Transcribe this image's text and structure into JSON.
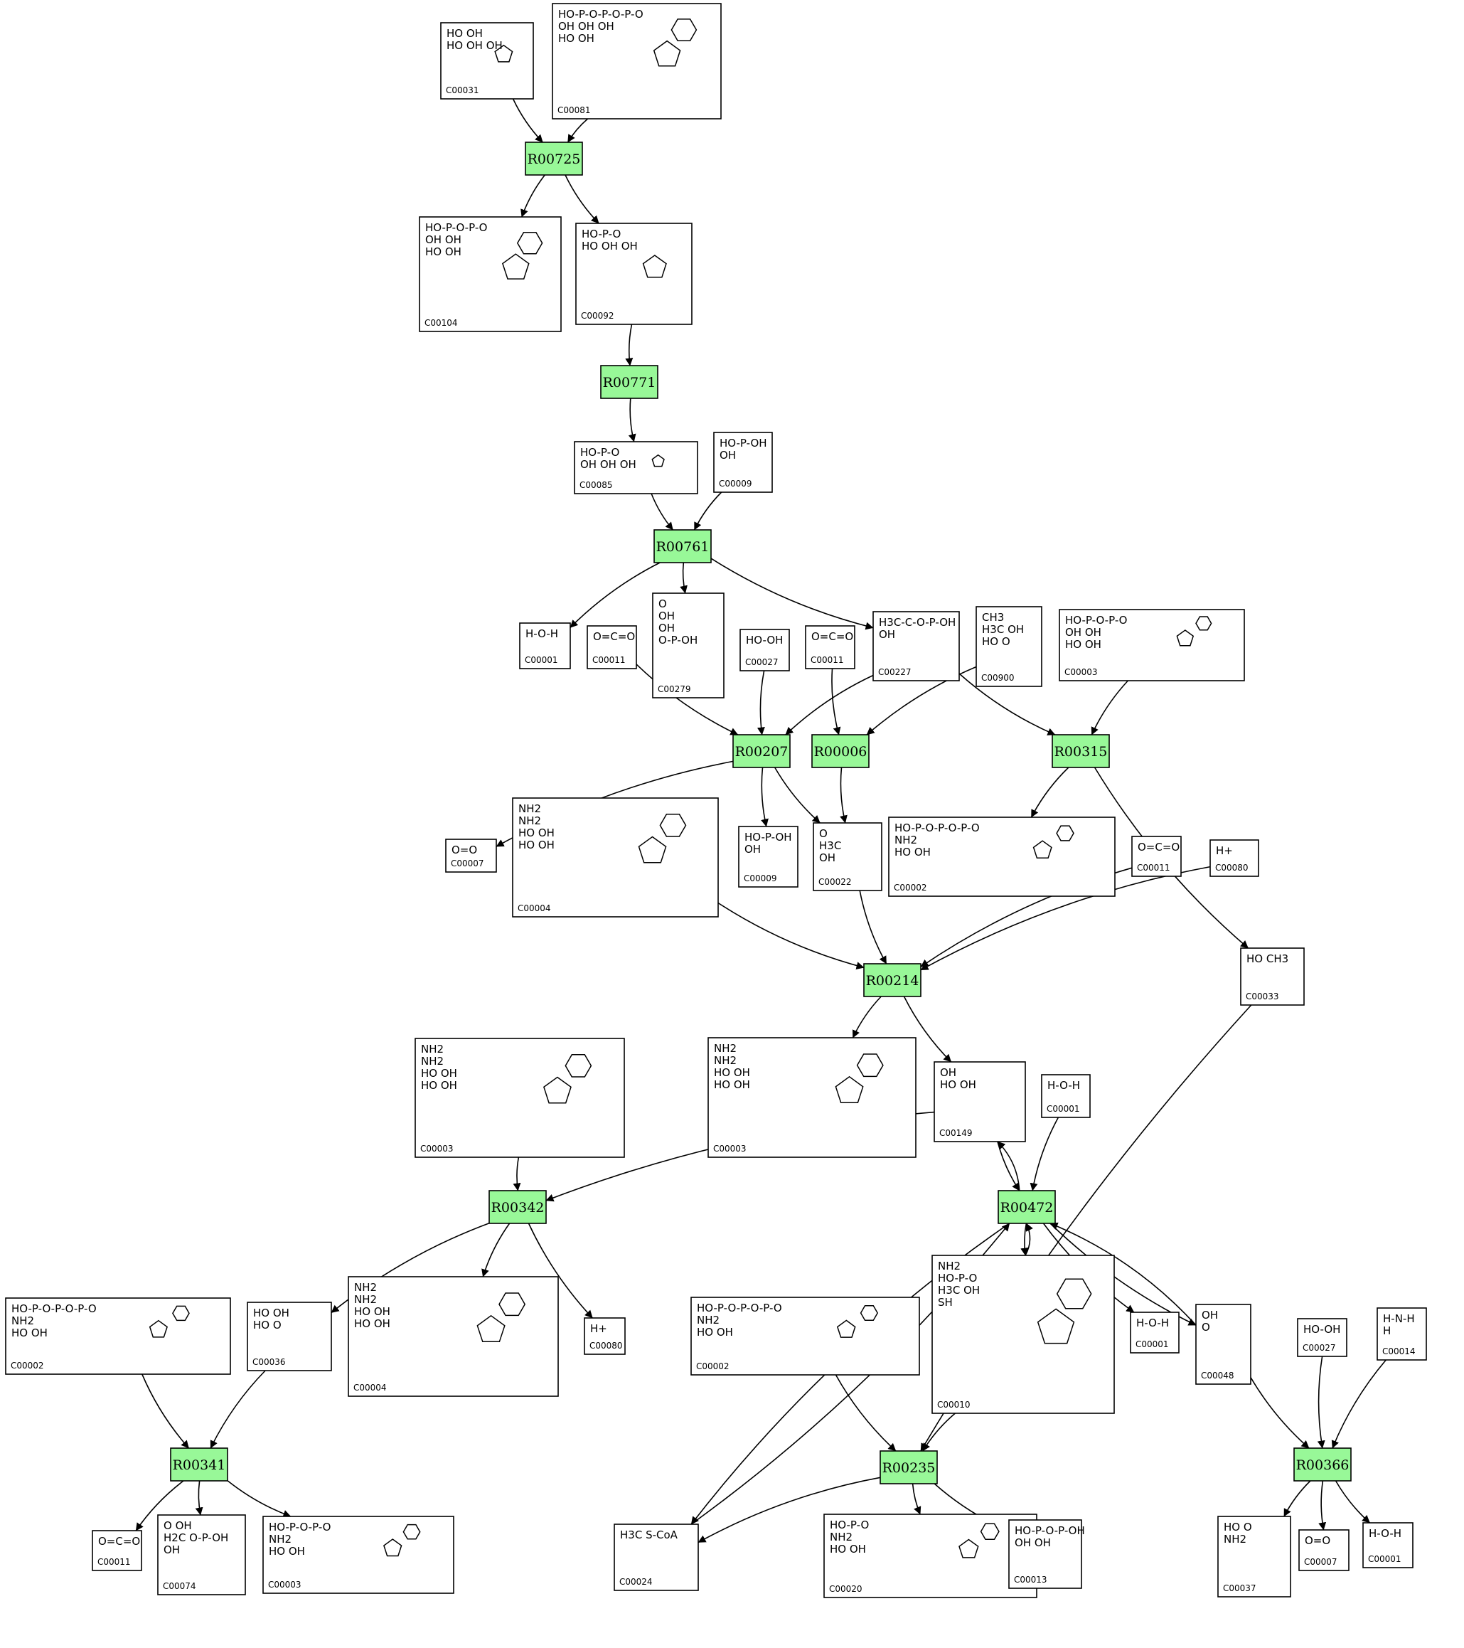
{
  "reactions": [
    {
      "key": "R00725",
      "label": "R00725"
    },
    {
      "key": "R00771",
      "label": "R00771"
    },
    {
      "key": "R00761",
      "label": "R00761"
    },
    {
      "key": "R00207",
      "label": "R00207"
    },
    {
      "key": "R00006",
      "label": "R00006"
    },
    {
      "key": "R00315",
      "label": "R00315"
    },
    {
      "key": "R00214",
      "label": "R00214"
    },
    {
      "key": "R00342",
      "label": "R00342"
    },
    {
      "key": "R00472",
      "label": "R00472"
    },
    {
      "key": "R00341",
      "label": "R00341"
    },
    {
      "key": "R00235",
      "label": "R00235"
    },
    {
      "key": "R00366",
      "label": "R00366"
    }
  ],
  "compounds": [
    {
      "key": "c31",
      "id": "C00031",
      "formula": "HO OH / HO OH OH",
      "kind": "sugar"
    },
    {
      "key": "c81",
      "id": "C00081",
      "formula": "HO-P-O-P-O-P-O / OH OH OH / HO OH",
      "kind": "nucleotide"
    },
    {
      "key": "c104",
      "id": "C00104",
      "formula": "HO-P-O-P-O / OH OH / HO OH",
      "kind": "nucleotide"
    },
    {
      "key": "c92",
      "id": "C00092",
      "formula": "HO-P-O / HO OH OH",
      "kind": "sugar"
    },
    {
      "key": "c85",
      "id": "C00085",
      "formula": "HO-P-O / OH OH OH",
      "kind": "sugar"
    },
    {
      "key": "c9a",
      "id": "C00009",
      "formula": "HO-P-OH / OH",
      "kind": "phosphate"
    },
    {
      "key": "c1a",
      "id": "C00001",
      "formula": "H-O-H",
      "kind": "water"
    },
    {
      "key": "c11a",
      "id": "C00011",
      "formula": "O=C=O",
      "kind": "co2"
    },
    {
      "key": "c279",
      "id": "C00279",
      "formula": "O / OH / OH / O-P-OH",
      "kind": "chain"
    },
    {
      "key": "c27a",
      "id": "C00027",
      "formula": "HO-OH",
      "kind": "peroxide"
    },
    {
      "key": "c11b",
      "id": "C00011",
      "formula": "O=C=O",
      "kind": "co2"
    },
    {
      "key": "c227",
      "id": "C00227",
      "formula": "H3C-C-O-P-OH / OH",
      "kind": "acetylp"
    },
    {
      "key": "c900",
      "id": "C00900",
      "formula": "CH3 / H3C OH / HO O",
      "kind": "chain"
    },
    {
      "key": "c3a",
      "id": "C00003",
      "formula": "HO-P-O-P-O / OH OH / HO OH",
      "kind": "nucleotide"
    },
    {
      "key": "c7a",
      "id": "C00007",
      "formula": "O=O",
      "kind": "o2"
    },
    {
      "key": "c4a",
      "id": "C00004",
      "formula": "NH2 / NH2 / HO OH / HO OH",
      "kind": "nadh"
    },
    {
      "key": "c9b",
      "id": "C00009",
      "formula": "HO-P-OH / OH",
      "kind": "phosphate"
    },
    {
      "key": "c22",
      "id": "C00022",
      "formula": "O / H3C / OH",
      "kind": "chain"
    },
    {
      "key": "c2a",
      "id": "C00002",
      "formula": "HO-P-O-P-O-P-O / NH2 / HO OH",
      "kind": "nucleotide"
    },
    {
      "key": "c11c",
      "id": "C00011",
      "formula": "O=C=O",
      "kind": "co2"
    },
    {
      "key": "c80a",
      "id": "C00080",
      "formula": "H+",
      "kind": "proton"
    },
    {
      "key": "c33",
      "id": "C00033",
      "formula": "HO CH3",
      "kind": "chain"
    },
    {
      "key": "c3b",
      "id": "C00003",
      "formula": "NH2 / NH2 / HO OH / HO OH",
      "kind": "nadh"
    },
    {
      "key": "c3c",
      "id": "C00003",
      "formula": "NH2 / NH2 / HO OH / HO OH",
      "kind": "nadh"
    },
    {
      "key": "c149",
      "id": "C00149",
      "formula": "OH / HO OH",
      "kind": "chain"
    },
    {
      "key": "c1b",
      "id": "C00001",
      "formula": "H-O-H",
      "kind": "water"
    },
    {
      "key": "c2b",
      "id": "C00002",
      "formula": "HO-P-O-P-O-P-O / NH2 / HO OH",
      "kind": "nucleotide"
    },
    {
      "key": "c36",
      "id": "C00036",
      "formula": "HO OH / HO O",
      "kind": "chain"
    },
    {
      "key": "c4b",
      "id": "C00004",
      "formula": "NH2 / NH2 / HO OH / HO OH",
      "kind": "nadh"
    },
    {
      "key": "c80b",
      "id": "C00080",
      "formula": "H+",
      "kind": "proton"
    },
    {
      "key": "c2c",
      "id": "C00002",
      "formula": "HO-P-O-P-O-P-O / NH2 / HO OH",
      "kind": "nucleotide"
    },
    {
      "key": "c10",
      "id": "C00010",
      "formula": "NH2 / HO-P-O / H3C OH / SH",
      "kind": "coa"
    },
    {
      "key": "c1c",
      "id": "C00001",
      "formula": "H-O-H",
      "kind": "water"
    },
    {
      "key": "c48",
      "id": "C00048",
      "formula": "OH / O",
      "kind": "chain"
    },
    {
      "key": "c27b",
      "id": "C00027",
      "formula": "HO-OH",
      "kind": "peroxide"
    },
    {
      "key": "c14",
      "id": "C00014",
      "formula": "H-N-H / H",
      "kind": "nh3"
    },
    {
      "key": "c11d",
      "id": "C00011",
      "formula": "O=C=O",
      "kind": "co2"
    },
    {
      "key": "c74",
      "id": "C00074",
      "formula": "O OH / H2C O-P-OH / OH",
      "kind": "chain"
    },
    {
      "key": "c3d",
      "id": "C00003",
      "formula": "HO-P-O-P-O / NH2 / HO OH",
      "kind": "nucleotide"
    },
    {
      "key": "c24",
      "id": "C00024",
      "formula": "H3C S-CoA",
      "kind": "acetylcoa"
    },
    {
      "key": "c20",
      "id": "C00020",
      "formula": "HO-P-O / NH2 / HO OH",
      "kind": "nucleotide"
    },
    {
      "key": "c13",
      "id": "C00013",
      "formula": "HO-P-O-P-OH / OH OH",
      "kind": "phosphate"
    },
    {
      "key": "c37",
      "id": "C00037",
      "formula": "HO O / NH2",
      "kind": "chain"
    },
    {
      "key": "c7b",
      "id": "C00007",
      "formula": "O=O",
      "kind": "o2"
    },
    {
      "key": "c1d",
      "id": "C00001",
      "formula": "H-O-H",
      "kind": "water"
    }
  ],
  "edges": [
    [
      "c31",
      "R00725"
    ],
    [
      "c81",
      "R00725"
    ],
    [
      "R00725",
      "c104"
    ],
    [
      "R00725",
      "c92"
    ],
    [
      "c92",
      "R00771"
    ],
    [
      "R00771",
      "c85"
    ],
    [
      "c85",
      "R00761"
    ],
    [
      "c9a",
      "R00761"
    ],
    [
      "R00761",
      "c1a"
    ],
    [
      "R00761",
      "c279"
    ],
    [
      "R00761",
      "c227"
    ],
    [
      "c11a",
      "R00207"
    ],
    [
      "c27a",
      "R00207"
    ],
    [
      "c227",
      "R00207"
    ],
    [
      "R00207",
      "c7a"
    ],
    [
      "R00207",
      "c9b"
    ],
    [
      "R00207",
      "c22"
    ],
    [
      "c11b",
      "R00006"
    ],
    [
      "c900",
      "R00006"
    ],
    [
      "R00006",
      "c22"
    ],
    [
      "c227",
      "R00315"
    ],
    [
      "c3a",
      "R00315"
    ],
    [
      "R00315",
      "c2a"
    ],
    [
      "R00315",
      "c33"
    ],
    [
      "c4a",
      "R00214"
    ],
    [
      "c22",
      "R00214"
    ],
    [
      "c11c",
      "R00214"
    ],
    [
      "c80a",
      "R00214"
    ],
    [
      "R00214",
      "c3c"
    ],
    [
      "R00214",
      "c149"
    ],
    [
      "c3b",
      "R00342"
    ],
    [
      "c149",
      "R00342"
    ],
    [
      "R00342",
      "c36"
    ],
    [
      "R00342",
      "c4b"
    ],
    [
      "R00342",
      "c80b"
    ],
    [
      "c149",
      "R00472"
    ],
    [
      "R00472",
      "c149"
    ],
    [
      "c1b",
      "R00472"
    ],
    [
      "R00472",
      "c10"
    ],
    [
      "c10",
      "R00472"
    ],
    [
      "R00472",
      "c1c"
    ],
    [
      "R00472",
      "c48"
    ],
    [
      "c48",
      "R00472"
    ],
    [
      "c24",
      "R00472"
    ],
    [
      "R00472",
      "c24"
    ],
    [
      "c2b",
      "R00341"
    ],
    [
      "c36",
      "R00341"
    ],
    [
      "R00341",
      "c11d"
    ],
    [
      "R00341",
      "c74"
    ],
    [
      "R00341",
      "c3d"
    ],
    [
      "c2c",
      "R00235"
    ],
    [
      "c10",
      "R00235"
    ],
    [
      "c33",
      "R00235"
    ],
    [
      "R00235",
      "c24"
    ],
    [
      "R00235",
      "c20"
    ],
    [
      "R00235",
      "c13"
    ],
    [
      "c48",
      "R00366"
    ],
    [
      "c27b",
      "R00366"
    ],
    [
      "c14",
      "R00366"
    ],
    [
      "R00366",
      "c37"
    ],
    [
      "R00366",
      "c7b"
    ],
    [
      "R00366",
      "c1d"
    ]
  ]
}
